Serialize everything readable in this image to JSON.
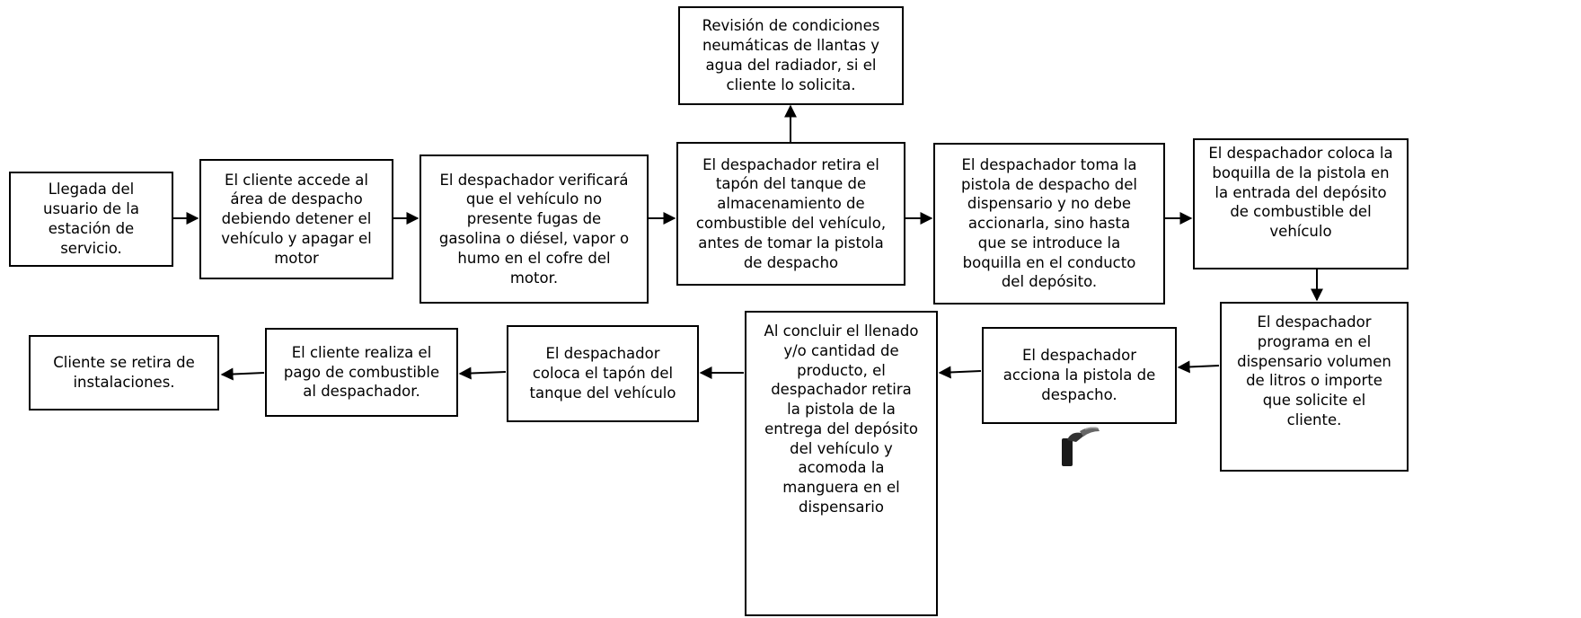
{
  "steps": [
    {
      "id": "s1",
      "text": "Llegada del\nusuario de la\nestación de\nservicio."
    },
    {
      "id": "s2",
      "text": "El cliente accede al\nárea de despacho\ndebiendo detener el\nvehículo y apagar el\nmotor"
    },
    {
      "id": "s3",
      "text": "El despachador verificará\nque el vehículo no\npresente fugas de\ngasolina o diésel, vapor o\nhumo en el cofre del\nmotor."
    },
    {
      "id": "s4",
      "text": "El despachador retira el\ntapón del tanque de\nalmacenamiento de\ncombustible del vehículo,\nantes de tomar la pistola\nde despacho"
    },
    {
      "id": "s4b",
      "text": "Revisión de condiciones\nneumáticas de llantas y\nagua del radiador, si el\ncliente lo solicita."
    },
    {
      "id": "s5",
      "text": "El despachador toma la\npistola de despacho del\ndispensario y no debe\naccionarla, sino hasta\nque se introduce la\nboquilla en el conducto\ndel depósito."
    },
    {
      "id": "s6",
      "text": "El despachador coloca la\nboquilla de la pistola en\nla entrada del depósito\nde combustible del\nvehículo"
    },
    {
      "id": "s7",
      "text": "El despachador\nprograma en el\ndispensario volumen\nde litros o importe\nque solicite el\ncliente."
    },
    {
      "id": "s8",
      "text": "El despachador\nacciona la pistola de\ndespacho."
    },
    {
      "id": "s9",
      "text": "Al concluir el llenado\ny/o cantidad de\nproducto, el\ndespachador retira\nla pistola de la\nentrega del depósito\ndel vehículo y\nacomoda la\nmanguera en el\ndispensario"
    },
    {
      "id": "s10",
      "text": "El despachador\ncoloca el tapón del\ntanque del vehículo"
    },
    {
      "id": "s11",
      "text": "El cliente realiza el\npago de combustible\nal despachador."
    },
    {
      "id": "s12",
      "text": "Cliente se retira de\ninstalaciones."
    }
  ],
  "colors": {
    "line": "#000000",
    "box_fill": "#ffffff",
    "background": "#ffffff",
    "icon": "#222222"
  },
  "icons": [
    "fuel-nozzle-icon"
  ]
}
